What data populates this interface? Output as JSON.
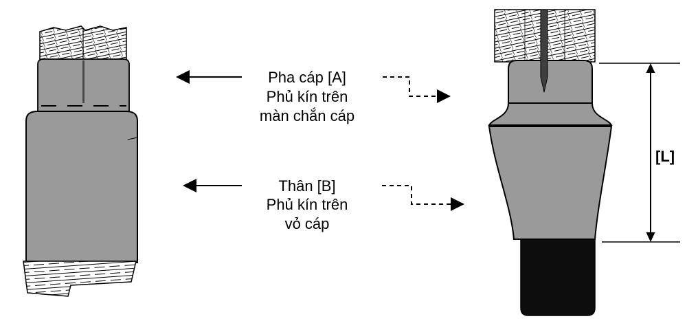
{
  "labels": {
    "phase": {
      "line1": "Pha cáp [A]",
      "line2": "Phủ kín trên",
      "line3": "màn chắn cáp"
    },
    "body": {
      "line1": "Thân [B]",
      "line2": "Phủ kín trên",
      "line3": "vỏ cáp"
    },
    "dimension": "[L]"
  },
  "colors": {
    "body_gray": "#9a9a9a",
    "boot_black": "#0d0d0d",
    "outline": "#000000",
    "background": "#ffffff"
  }
}
